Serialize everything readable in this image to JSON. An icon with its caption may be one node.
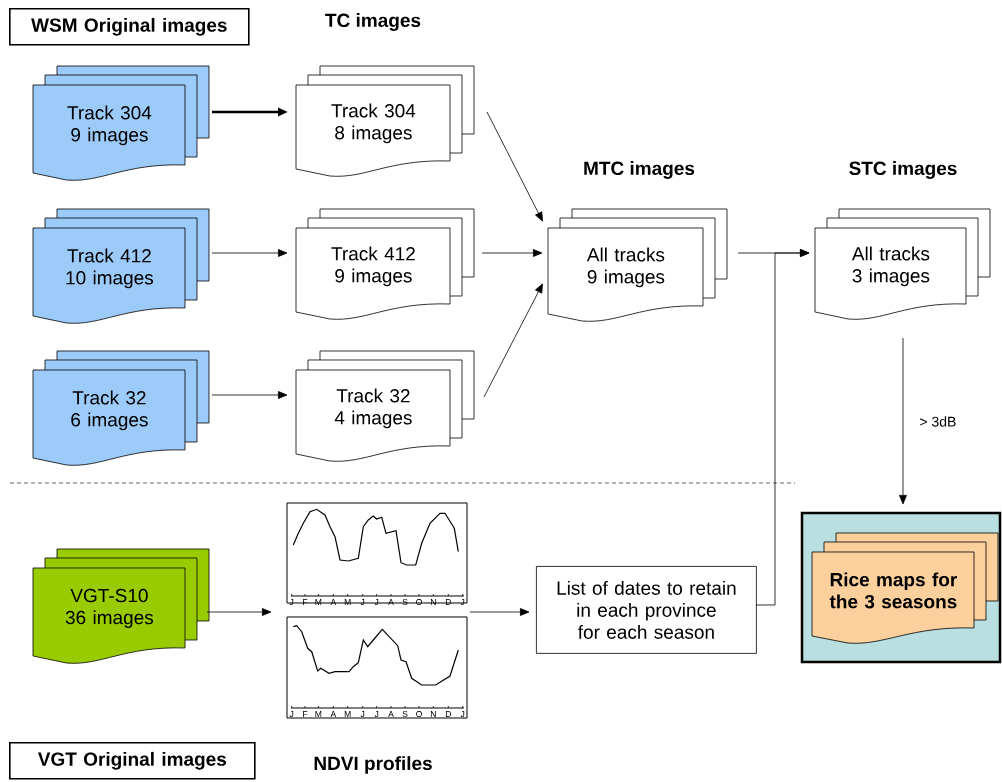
{
  "diagram": {
    "nodes": [
      {
        "text": [
          "WSM Original images"
        ]
      },
      {
        "text": [
          "Track 304 9 images"
        ]
      },
      {
        "text": [
          "Track 412 10 images"
        ]
      },
      {
        "text": [
          "Track 32 6 images"
        ]
      },
      {
        "text": [
          "Track 304 8 images"
        ]
      },
      {
        "text": [
          "Track 412 9 images"
        ]
      },
      {
        "text": [
          "Track 32 4 images"
        ]
      },
      {
        "text": [
          "MTC images",
          "All tracks 9 images"
        ]
      },
      {
        "text": [
          "STC images",
          "All tracks 3 images"
        ]
      },
      {
        "text": [
          "VGT-S10 36 images"
        ]
      },
      {
        "text": [],
        "shape": "picture"
      },
      {
        "text": [
          "List of dates to retain in each province for each season"
        ]
      },
      {
        "text": [],
        "shape": "box"
      },
      {
        "text": [
          "Rice maps for the 3 seasons"
        ],
        "in": 12
      },
      {
        "text": [
          "VGT Original images"
        ]
      }
    ],
    "edges": [
      {
        "from": 1,
        "to": 4,
        "arrow": "to",
        "style": "thick"
      },
      {
        "from": 2,
        "to": 5,
        "arrow": "to"
      },
      {
        "from": 3,
        "to": 6,
        "arrow": "to"
      },
      {
        "from": 4,
        "to": 7,
        "arrow": "to"
      },
      {
        "from": 5,
        "to": 7,
        "arrow": "to"
      },
      {
        "from": 6,
        "to": 7,
        "arrow": "to"
      },
      {
        "from": 7,
        "to": 8,
        "arrow": "to"
      },
      {
        "from": 11,
        "to": 8,
        "arrow": "to"
      },
      {
        "from": 8,
        "to": 12,
        "arrow": "to",
        "label": "> 3dB"
      },
      {
        "from": 9,
        "to": 10,
        "arrow": "to"
      },
      {
        "from": 10,
        "to": 11,
        "arrow": "to"
      }
    ],
    "labels": [
      "TC images",
      "J",
      "F",
      "M",
      "A",
      "M",
      "J",
      "J",
      "A",
      "S",
      "O",
      "N",
      "D",
      "J",
      "J",
      "F",
      "M",
      "A",
      "M",
      "J",
      "J",
      "A",
      "S",
      "O",
      "N",
      "D",
      "J",
      "NDVI profiles"
    ]
  }
}
